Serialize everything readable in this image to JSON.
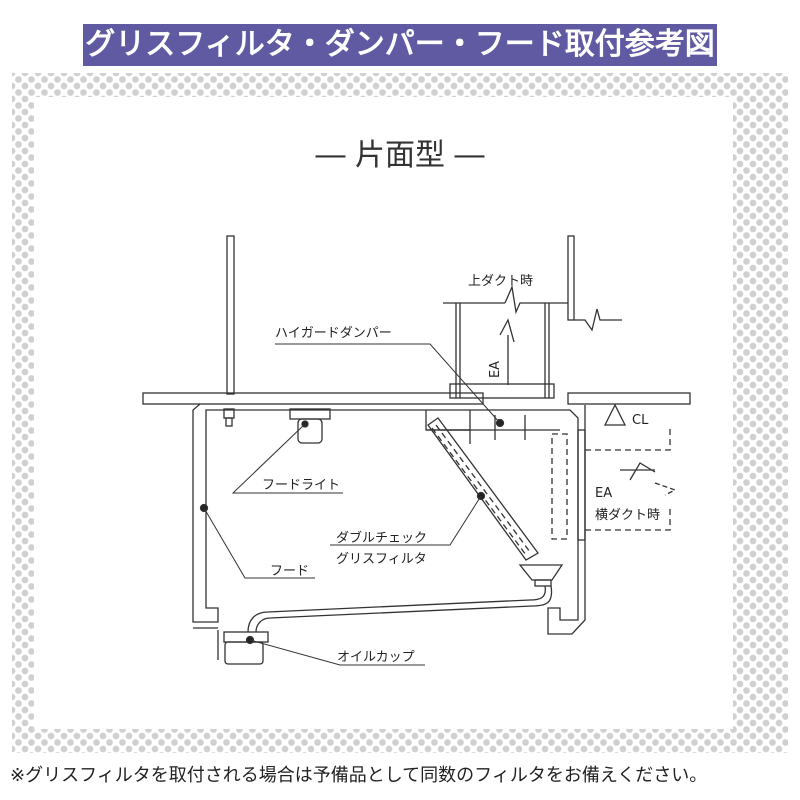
{
  "header": {
    "title": "グリスフィルタ・ダンパー・フード取付参考図",
    "bg_color": "#5f5aa2"
  },
  "diagram": {
    "title": "― 片面型 ―",
    "labels": {
      "upper_duct": "上ダクト時",
      "high_guard_damper": "ハイガードダンパー",
      "ea_vertical": "EA",
      "cl": "CL",
      "hood_light": "フードライト",
      "ea_side": "EA",
      "side_duct": "横ダクト時",
      "double_check_line1": "ダブルチェック",
      "double_check_line2": "グリスフィルタ",
      "hood": "フード",
      "oil_cup": "オイルカップ"
    }
  },
  "footer": {
    "note": "※グリスフィルタを取付される場合は予備品として同数のフィルタをお備えください。"
  }
}
